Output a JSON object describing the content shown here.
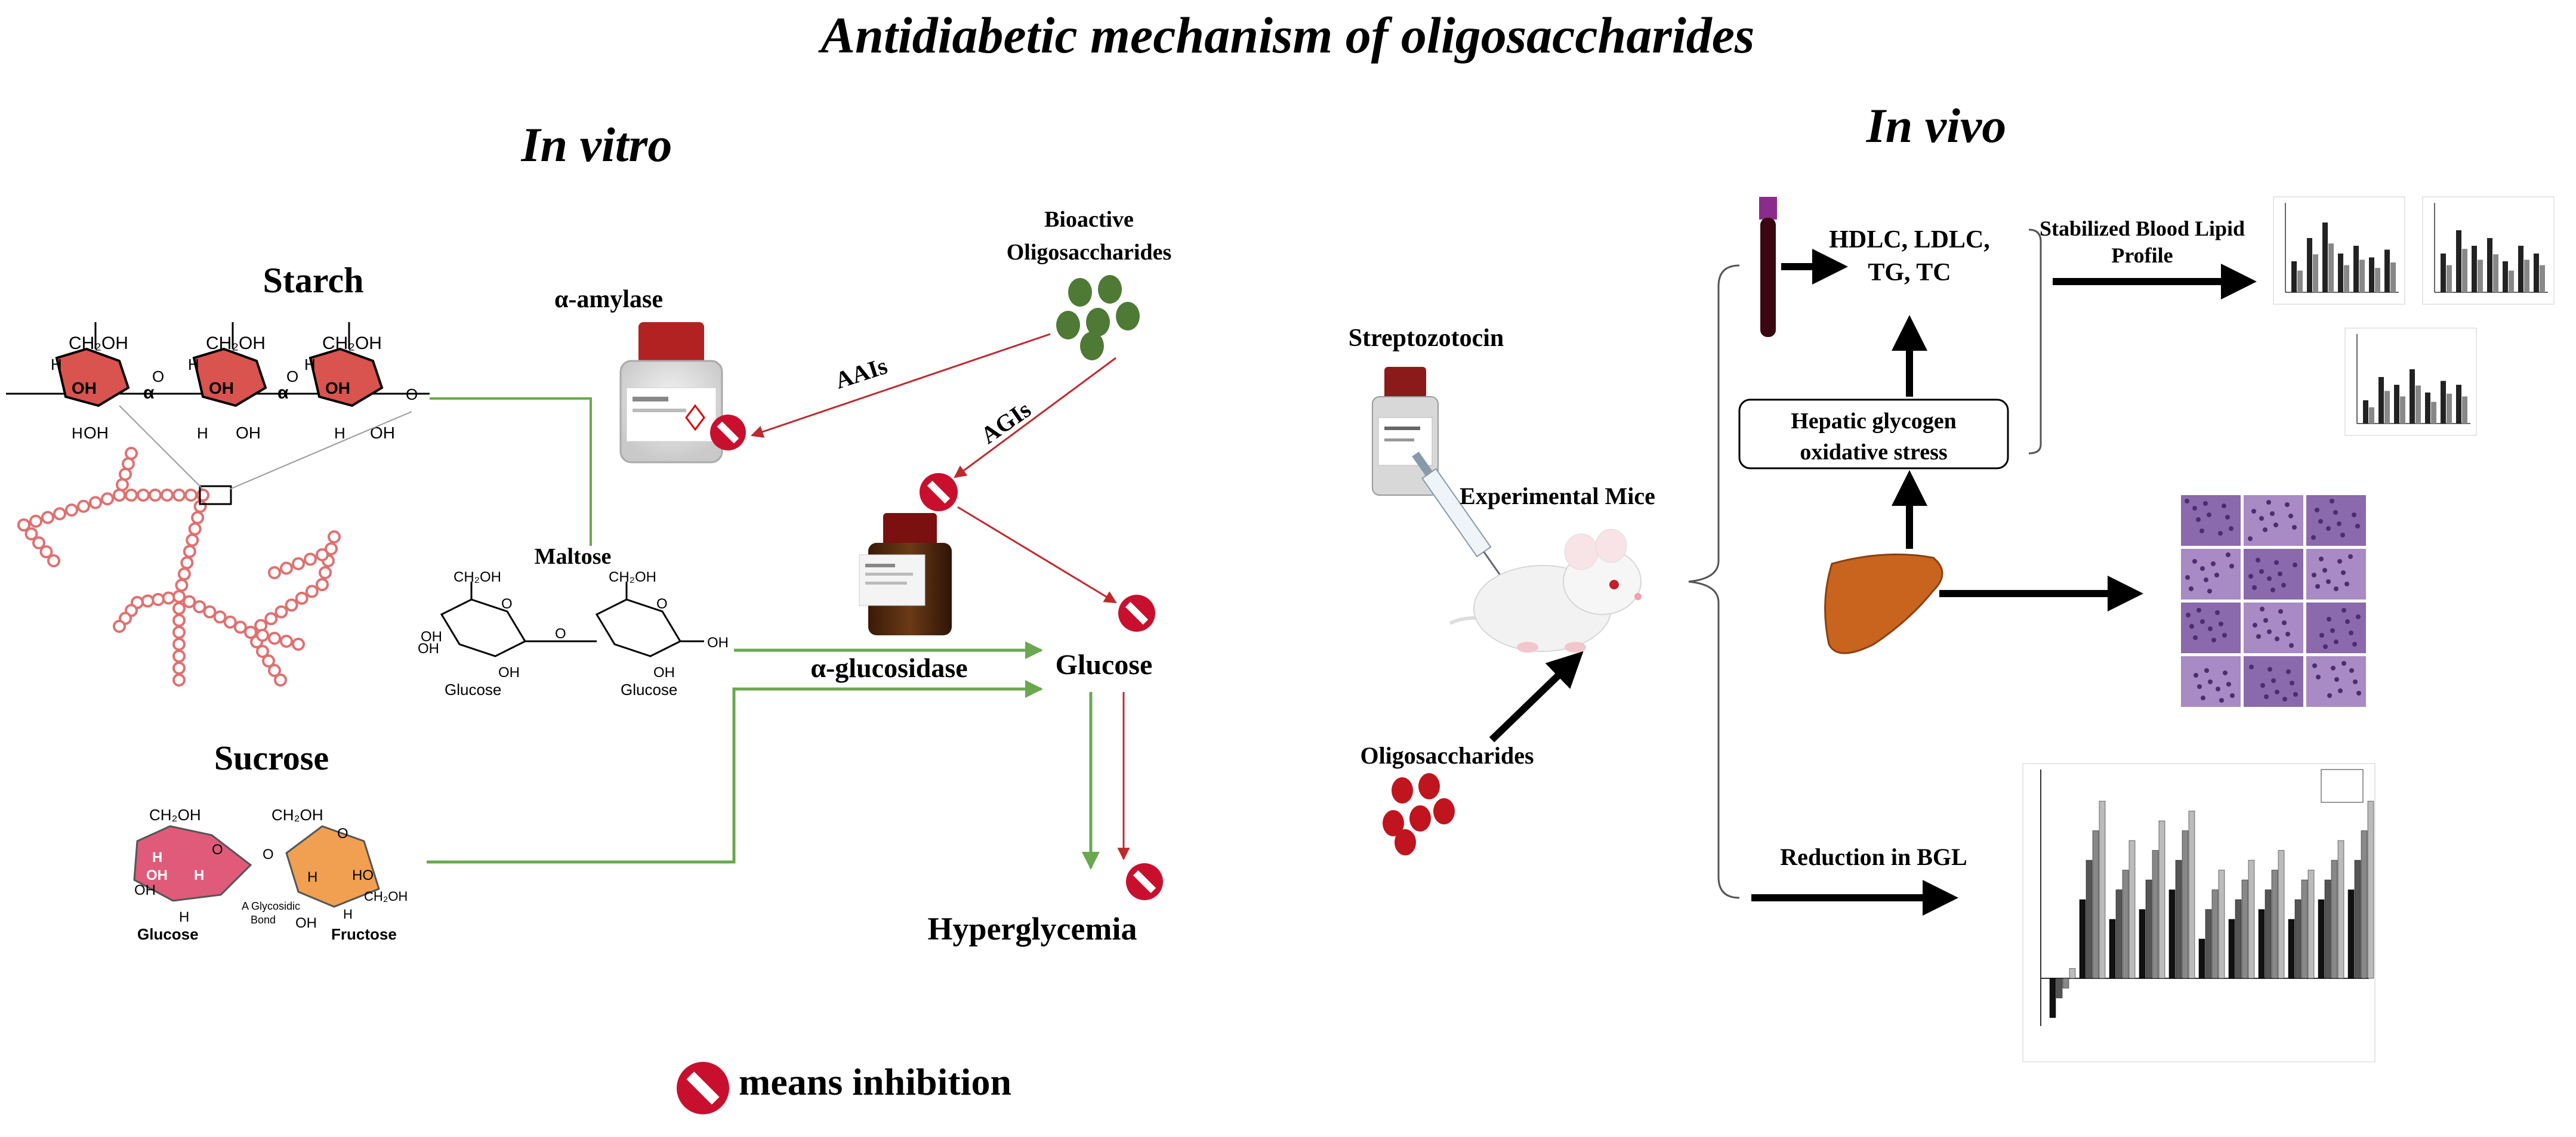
{
  "title": "Antidiabetic mechanism of oligosaccharides",
  "in_vitro": {
    "heading": "In vitro",
    "starch_label": "Starch",
    "starch_formula": {
      "ch2oh": "CH₂OH",
      "h": "H",
      "oh": "OH",
      "o": "O",
      "alpha": "α"
    },
    "alpha_amylase_label": "α-amylase",
    "bioactive_label_1": "Bioactive",
    "bioactive_label_2": "Oligosaccharides",
    "aais_label": "AAIs",
    "agis_label": "AGIs",
    "maltose_label": "Maltose",
    "maltose_ch2oh": "CH₂OH",
    "maltose_oh": "OH",
    "maltose_o": "O",
    "maltose_glucose_1": "Glucose",
    "maltose_glucose_2": "Glucose",
    "alpha_glucosidase_label": "α-glucosidase",
    "glucose_label": "Glucose",
    "sucrose_label": "Sucrose",
    "sucrose_ch2oh_1": "CH₂OH",
    "sucrose_ch2oh_2": "CH₂OH",
    "sucrose_h": "H",
    "sucrose_oh": "OH",
    "sucrose_ho": "HO",
    "sucrose_o": "O",
    "sucrose_glucose": "Glucose",
    "sucrose_fructose": "Fructose",
    "glycosidic_bond_1": "A Glycosidic",
    "glycosidic_bond_2": "Bond",
    "hyperglycemia_label": "Hyperglycemia",
    "legend_text": "means inhibition"
  },
  "in_vivo": {
    "heading": "In vivo",
    "streptozotocin_label": "Streptozotocin",
    "experimental_mice_label": "Experimental Mice",
    "oligosaccharides_label": "Oligosaccharides",
    "lipids_line_1": "HDLC, LDLC,",
    "lipids_line_2": "TG, TC",
    "stabilized_line_1": "Stabilized Blood Lipid",
    "stabilized_line_2": "Profile",
    "hepatic_line_1": "Hepatic glycogen",
    "hepatic_line_2": "oxidative stress",
    "reduction_label": "Reduction in BGL"
  },
  "colors": {
    "green_line": "#6aa84f",
    "red_arrow": "#c0282d",
    "inhibit_red": "#c8102e",
    "starch_red": "#d9534f",
    "bead_red": "#e07070",
    "green_oligo": "#4f7a35",
    "red_oligo": "#c0141e",
    "glucose_pink": "#e05a7a",
    "fructose_orange": "#f0a050",
    "liver": "#c8641e",
    "stain_purple": "#9a7ab8"
  },
  "icons": [
    "inhibition-icon",
    "reagent-bottle-icon",
    "syringe-icon",
    "mouse-icon",
    "blood-tube-icon",
    "liver-icon"
  ]
}
